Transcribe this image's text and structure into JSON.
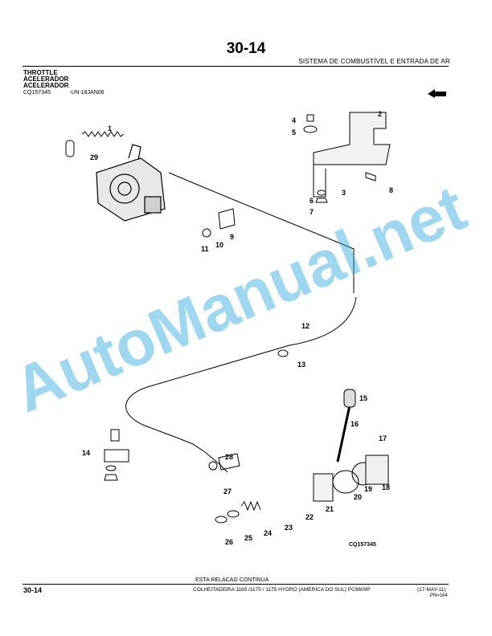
{
  "header": {
    "page_number": "30-14",
    "section_title": "SISTEMA DE COMBUSTÍVEL E ENTRADA DE AR",
    "titles": [
      "THROTTLE",
      "ACELERADOR",
      "ACELERADOR"
    ],
    "ref_code": "CQ157345",
    "ref_date": "-UN-18JAN06"
  },
  "diagram": {
    "callouts": [
      "1",
      "2",
      "3",
      "4",
      "5",
      "6",
      "7",
      "8",
      "9",
      "10",
      "11",
      "12",
      "13",
      "14",
      "15",
      "16",
      "17",
      "18",
      "19",
      "20",
      "21",
      "22",
      "23",
      "24",
      "25",
      "26",
      "27",
      "28",
      "29"
    ],
    "figure_id": "CQ157345"
  },
  "watermark": "AutoManual.net",
  "footer": {
    "continues": "ESTA RELACAO CONTINUA",
    "page_number": "30-14",
    "model_line": "COLHEITADEIRA 1165 /1175 / 1175 HYDRO (AMERICA DO SUL)   PC9609P",
    "date": "(17-MAY-11)",
    "pn": "PN=164"
  }
}
